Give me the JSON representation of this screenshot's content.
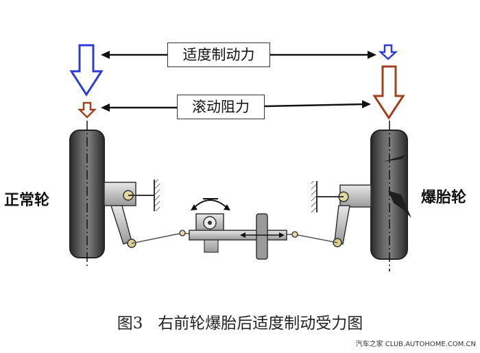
{
  "labels": {
    "braking_force": "适度制动力",
    "rolling_resistance": "滚动阻力",
    "normal_wheel": "正常轮",
    "blowout_wheel": "爆胎轮"
  },
  "caption": "图3   右前轮爆胎后适度制动受力图",
  "watermark": "汽车之家 CLUB.AUTOHOME.COM.CN",
  "colors": {
    "braking_arrow": "#2e3bd6",
    "resistance_arrow": "#a0411e",
    "linkage": "#555555",
    "wheel_dark": "#2b2b2b",
    "wheel_mid": "#5c5c5c"
  }
}
